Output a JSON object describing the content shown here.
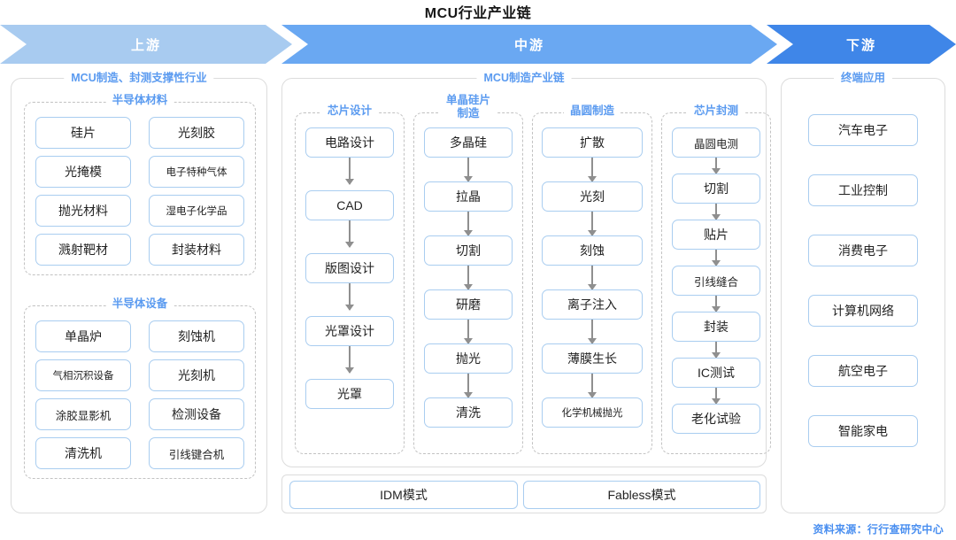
{
  "page": {
    "title": "MCU行业产业链",
    "source": "资料来源：行行查研究中心"
  },
  "banner": {
    "stages": [
      {
        "label": "上游",
        "color": "#a8cbf0"
      },
      {
        "label": "中游",
        "color": "#6aa8f2"
      },
      {
        "label": "下游",
        "color": "#3f86e8"
      }
    ]
  },
  "upstream": {
    "title": "MCU制造、封测支撑性行业",
    "materials": {
      "title": "半导体材料",
      "items": [
        "硅片",
        "光刻胶",
        "光掩模",
        "电子特种气体",
        "抛光材料",
        "湿电子化学品",
        "溅射靶材",
        "封装材料"
      ]
    },
    "equipment": {
      "title": "半导体设备",
      "items": [
        "单晶炉",
        "刻蚀机",
        "气相沉积设备",
        "光刻机",
        "涂胶显影机",
        "检测设备",
        "清洗机",
        "引线键合机"
      ]
    }
  },
  "midstream": {
    "title": "MCU制造产业链",
    "columns": [
      {
        "title": "芯片设计",
        "title_lines": [
          "芯片设计"
        ],
        "items": [
          "电路设计",
          "CAD",
          "版图设计",
          "光罩设计",
          "光罩"
        ]
      },
      {
        "title": "单晶硅片制造",
        "title_lines": [
          "单晶硅片",
          "制造"
        ],
        "items": [
          "多晶硅",
          "拉晶",
          "切割",
          "研磨",
          "抛光",
          "清洗"
        ]
      },
      {
        "title": "晶圆制造",
        "title_lines": [
          "晶圆制造"
        ],
        "items": [
          "扩散",
          "光刻",
          "刻蚀",
          "离子注入",
          "薄膜生长",
          "化学机械抛光"
        ]
      },
      {
        "title": "芯片封测",
        "title_lines": [
          "芯片封测"
        ],
        "items": [
          "晶圆电测",
          "切割",
          "贴片",
          "引线缝合",
          "封装",
          "IC测试",
          "老化试验"
        ]
      }
    ],
    "models": [
      "IDM模式",
      "Fabless模式"
    ]
  },
  "downstream": {
    "title": "终端应用",
    "items": [
      "汽车电子",
      "工业控制",
      "消费电子",
      "计算机网络",
      "航空电子",
      "智能家电"
    ]
  }
}
